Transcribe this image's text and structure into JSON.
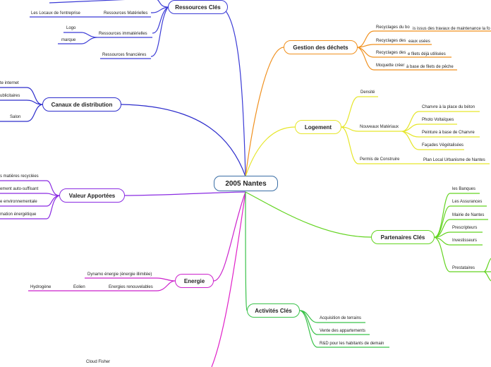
{
  "central_topic": "2005 Nantes",
  "branches": {
    "ressources": {
      "title": "Ressources Clés",
      "color": "#3b3bd6",
      "items": {
        "materielles": "Ressources Matérielles",
        "locaux": "Les Locaux de l'entreprise",
        "immaterielles": "Ressources immatérielles",
        "logo": "Logo",
        "marque": "marque",
        "financieres": "Ressources financières"
      }
    },
    "canaux": {
      "title": "Canaux de distribution",
      "color": "#2d2dcc",
      "items": [
        "te internet",
        "ublicitaires",
        "Salon"
      ]
    },
    "valeur": {
      "title": "Valeur Apportées",
      "color": "#8a2be2",
      "items": [
        "s matières recyclées",
        "ement auto-suffisant",
        "e environnementale",
        "mation énergétique"
      ]
    },
    "energie": {
      "title": "Energie",
      "color": "#cc22cc",
      "items": {
        "dynamo": "Dynamo énergie (énergie illimitée)",
        "renouvelables": "Energies renouvelables",
        "eolien": "Eolien",
        "hydrogene": "Hydrogène"
      }
    },
    "cloud": {
      "label": "Cloud Fisher",
      "color": "#e020c8"
    },
    "dechets": {
      "title": "Gestion des déchets",
      "color": "#f0901e",
      "items": [
        {
          "a": "Recyclages du bo",
          "b": "is issus des travaux de maintenance la fo"
        },
        {
          "a": "Recyclages des",
          "b": "eaux usées"
        },
        {
          "a": "Recyclages des",
          "b": "e filets déjà utilisées"
        },
        {
          "a": "Moquette créer",
          "b": "à base de filets de pêche"
        }
      ]
    },
    "logement": {
      "title": "Logement",
      "color": "#e6e62a",
      "items": {
        "densite": "Densité",
        "nouveaux": "Nouveaux Matériaux",
        "permis": "Permis de Construire",
        "plu": "Plan Local Urbanisme de Nantes",
        "materiaux": [
          "Chanvre à la place du béton",
          "Photo Voltaïques",
          "Peinture à base de Chanvre",
          "Façades Végétalisées"
        ]
      }
    },
    "partenaires": {
      "title": "Partenaires Clés",
      "color": "#63d420",
      "items": [
        "les Banques",
        "Les Assurances",
        "Mairie de Nantes",
        "Prescripteurs",
        "Investisseurs",
        "Prestataires"
      ]
    },
    "activites": {
      "title": "Activités Clés",
      "color": "#3ac24a",
      "items": [
        "Acquisition de terrains",
        "Vente des appartements",
        "R&D pour les habitants de demain"
      ]
    }
  }
}
